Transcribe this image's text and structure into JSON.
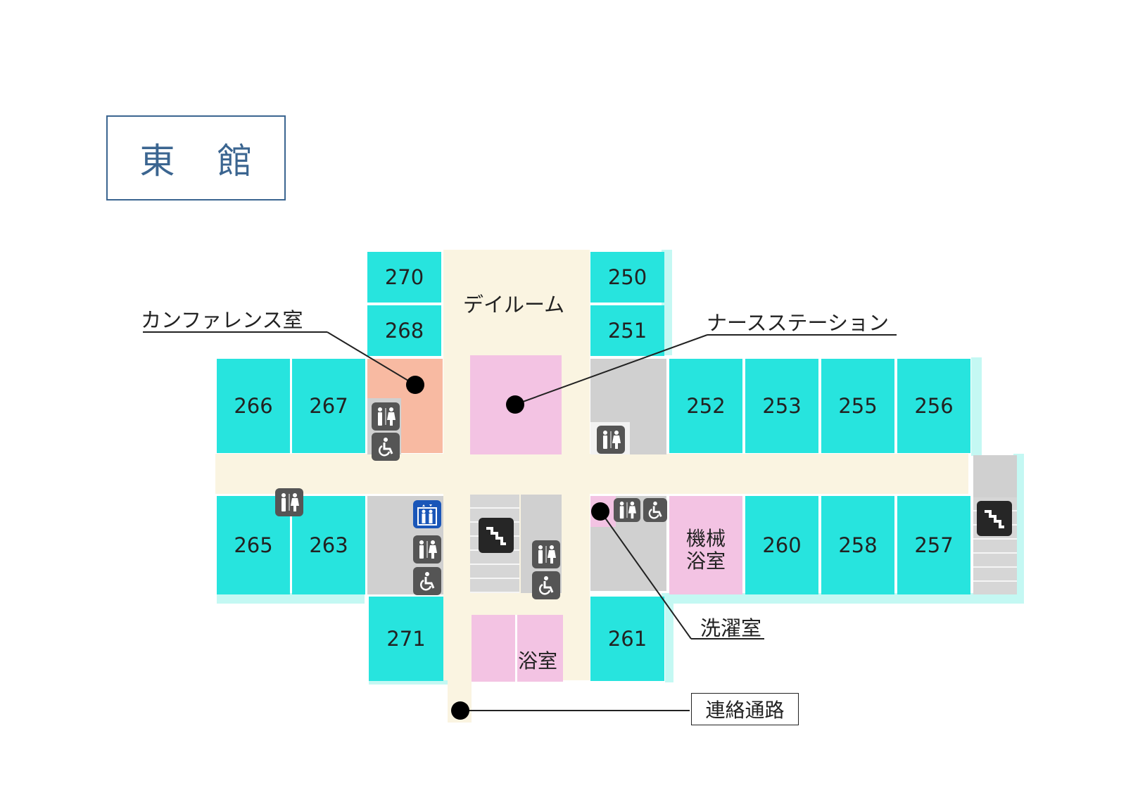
{
  "building": {
    "name": "東 館"
  },
  "rooms": {
    "r270": "270",
    "r268": "268",
    "r250": "250",
    "r251": "251",
    "r266": "266",
    "r267": "267",
    "r252": "252",
    "r253": "253",
    "r255": "255",
    "r256": "256",
    "r265": "265",
    "r263": "263",
    "r260": "260",
    "r258": "258",
    "r257": "257",
    "r271": "271",
    "r261": "261"
  },
  "areas": {
    "dayroom": "デイルーム",
    "bath": "浴室",
    "machine_bath_1": "機械",
    "machine_bath_2": "浴室"
  },
  "callouts": {
    "conference": "カンファレンス室",
    "nurse_station": "ナースステーション",
    "laundry": "洗濯室",
    "connecting_corridor": "連絡通路"
  },
  "colors": {
    "room": "#27e4de",
    "corridor": "#faf4e1",
    "pink": "#f3c3e3",
    "salmon": "#f8baa2",
    "gray": "#d0d0d0",
    "title": "#3b6590"
  },
  "icons": [
    "restroom-icon",
    "wheelchair-icon",
    "stairs-icon",
    "elevator-icon"
  ]
}
